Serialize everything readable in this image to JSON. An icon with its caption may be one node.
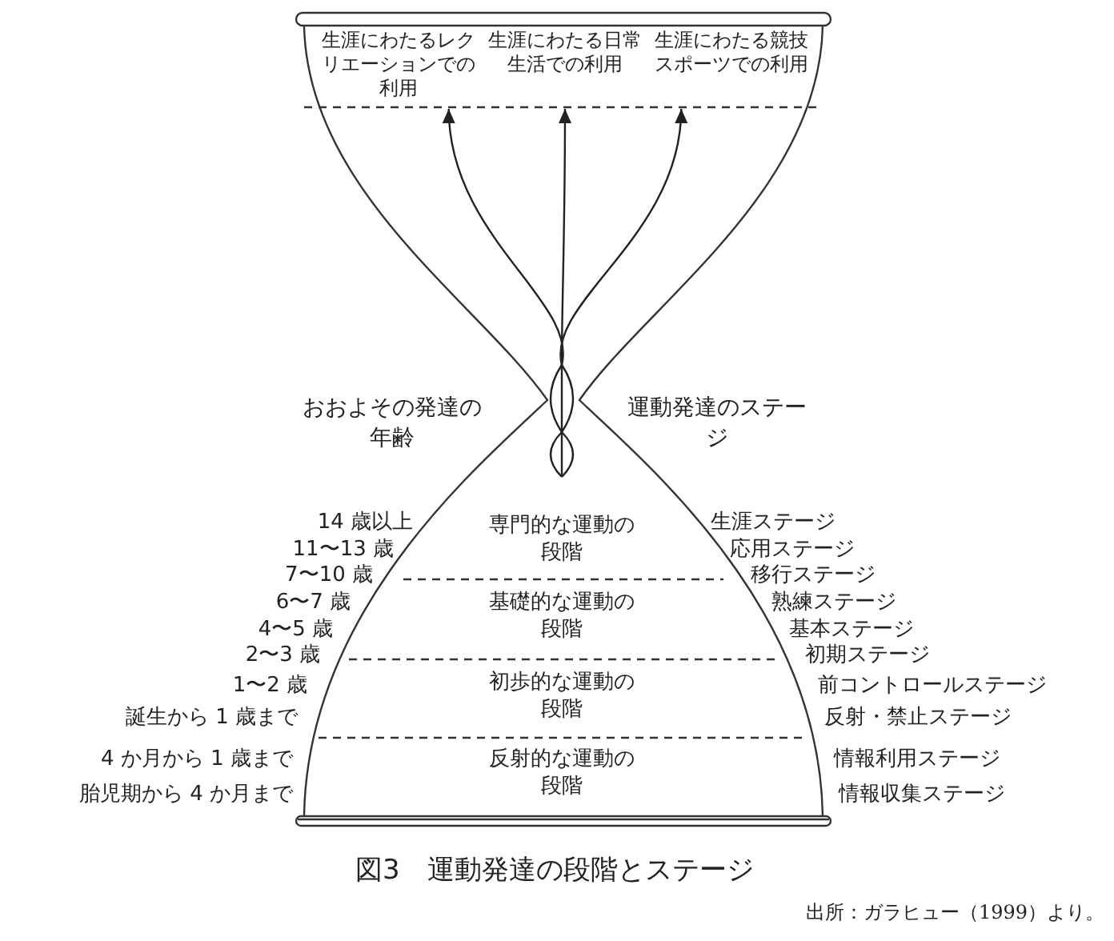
{
  "diagram": {
    "caption": "図3　運動発達の段階とステージ",
    "nodes": [
      {
        "text": [
          "生涯にわたるレクリエーションでの利用"
        ]
      },
      {
        "text": [
          "生涯にわたる日常生活での利用"
        ]
      },
      {
        "text": [
          "生涯にわたる競技スポーツでの利用"
        ]
      },
      {
        "text": [
          "専門的な運動の段階"
        ]
      },
      {
        "text": [
          "基礎的な運動の段階"
        ]
      },
      {
        "text": [
          "初歩的な運動の段階"
        ]
      },
      {
        "text": [
          "反射的な運動の段階"
        ]
      }
    ],
    "edges": [
      {
        "from": 3,
        "to": 0,
        "arrow": "to"
      },
      {
        "from": 3,
        "to": 1,
        "arrow": "to"
      },
      {
        "from": 3,
        "to": 2,
        "arrow": "to"
      }
    ],
    "labels": [
      "おおよその発達の年齢",
      "運動発達のステージ",
      "14 歳以上",
      "生涯ステージ",
      "11〜13 歳",
      "応用ステージ",
      "7〜10 歳",
      "移行ステージ",
      "6〜7 歳",
      "熟練ステージ",
      "4〜5 歳",
      "基本ステージ",
      "2〜3 歳",
      "初期ステージ",
      "1〜2 歳",
      "前コントロールステージ",
      "誕生から 1 歳まで",
      "反射・禁止ステージ",
      "4 か月から 1 歳まで",
      "情報利用ステージ",
      "胎児期から 4 か月まで",
      "情報収集ステージ",
      "出所：ガラヒュー（1999）より。"
    ]
  }
}
